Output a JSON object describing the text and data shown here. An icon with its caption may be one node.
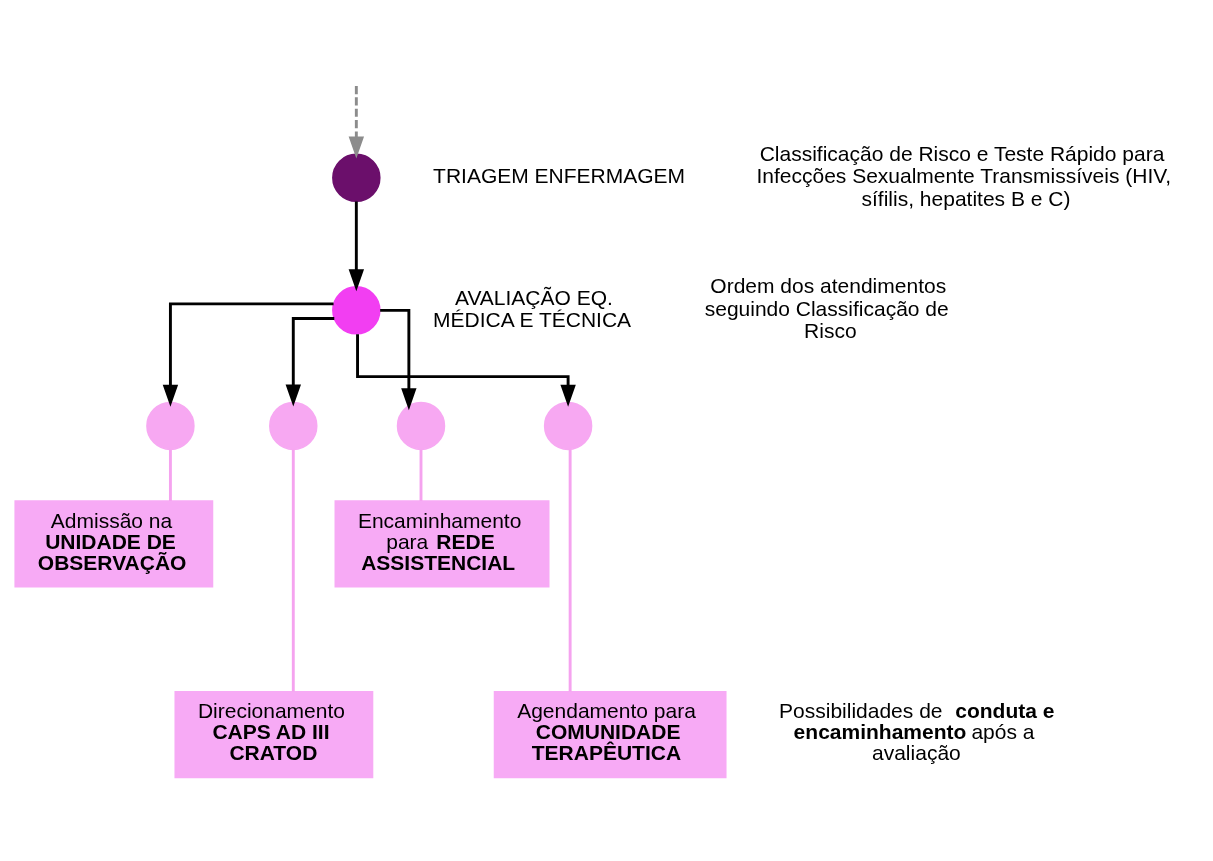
{
  "diagram": {
    "nodes": [
      {
        "text": [],
        "shape": "circle",
        "beside": [
          "TRIAGEM ENFERMAGEM"
        ]
      },
      {
        "text": [],
        "shape": "circle",
        "beside": [
          "AVALIAÇÃO EQ. MÉDICA E TÉCNICA"
        ]
      },
      {
        "text": [],
        "shape": "circle"
      },
      {
        "text": [],
        "shape": "circle"
      },
      {
        "text": [],
        "shape": "circle"
      },
      {
        "text": [],
        "shape": "circle"
      },
      {
        "text": [
          "Admissão na **UNIDADE DE OBSERVAÇÃO**"
        ]
      },
      {
        "text": [
          "Encaminhamento para **REDE ASSISTENCIAL**"
        ]
      },
      {
        "text": [
          "Direcionamento **CAPS AD III CRATOD**"
        ]
      },
      {
        "text": [
          "Agendamento para **COMUNIDADE TERAPÊUTICA**"
        ]
      }
    ],
    "edges": [
      {
        "from": null,
        "to": 0,
        "arrow": "to",
        "style": "dashed",
        "color": "#8c8c8c"
      },
      {
        "from": 0,
        "to": 1,
        "arrow": "to"
      },
      {
        "from": 1,
        "to": 2,
        "arrow": "to"
      },
      {
        "from": 1,
        "to": 3,
        "arrow": "to"
      },
      {
        "from": 1,
        "to": 4,
        "arrow": "to"
      },
      {
        "from": 1,
        "to": 5,
        "arrow": "to"
      },
      {
        "from": 2,
        "to": 6,
        "arrow": "none",
        "color": "#f5a3ef"
      },
      {
        "from": 3,
        "to": 8,
        "arrow": "none",
        "color": "#f5a3ef"
      },
      {
        "from": 4,
        "to": 7,
        "arrow": "none",
        "color": "#f5a3ef"
      },
      {
        "from": 5,
        "to": 9,
        "arrow": "none",
        "color": "#f5a3ef"
      }
    ],
    "labels": [
      "Classificação de Risco e Teste Rápido para Infecções Sexualmente Transmissíveis (HIV, sífilis, hepatites B e C)",
      "Ordem dos atendimentos seguindo Classificação de Risco",
      "Possibilidades de **conduta e encaminhamento** após a avaliação"
    ]
  }
}
